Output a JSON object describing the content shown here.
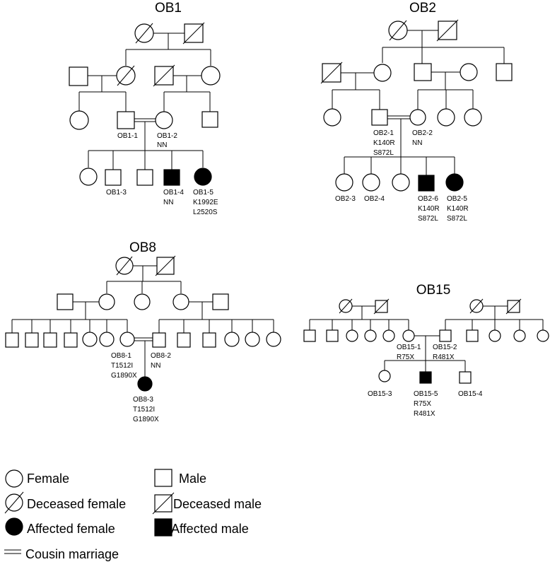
{
  "pedigrees": {
    "ob1": {
      "title": "OB1",
      "ids": {
        "p1": "OB1-1",
        "p2": "OB1-2",
        "c3": "OB1-3",
        "c4": "OB1-4",
        "c5": "OB1-5"
      },
      "genotypes": {
        "p2": "NN",
        "c4": "NN",
        "c5_1": "K1992E",
        "c5_2": "L2520S"
      }
    },
    "ob2": {
      "title": "OB2",
      "ids": {
        "p1": "OB2-1",
        "p2": "OB2-2",
        "c3": "OB2-3",
        "c4": "OB2-4",
        "c6": "OB2-6",
        "c5": "OB2-5"
      },
      "genotypes": {
        "p1_1": "K140R",
        "p1_2": "S872L",
        "p2": "NN",
        "c6_1": "K140R",
        "c6_2": "S872L",
        "c5_1": "K140R",
        "c5_2": "S872L"
      }
    },
    "ob8": {
      "title": "OB8",
      "ids": {
        "p1": "OB8-1",
        "p2": "OB8-2",
        "c3": "OB8-3"
      },
      "genotypes": {
        "p1_1": "T1512I",
        "p1_2": "G1890X",
        "p2": "NN",
        "c3_1": "T1512I",
        "c3_2": "G1890X"
      }
    },
    "ob15": {
      "title": "OB15",
      "ids": {
        "p1": "OB15-1",
        "p2": "OB15-2",
        "c3": "OB15-3",
        "c5": "OB15-5",
        "c4": "OB15-4"
      },
      "genotypes": {
        "p1": "R75X",
        "p2": "R481X",
        "c5_1": "R75X",
        "c5_2": "R481X"
      }
    }
  },
  "legend": {
    "female": "Female",
    "male": "Male",
    "deceased_female": "Deceased female",
    "deceased_male": "Deceased male",
    "affected_female": "Affected female",
    "affected_male": "Affected male",
    "cousin_marriage": "Cousin marriage"
  }
}
